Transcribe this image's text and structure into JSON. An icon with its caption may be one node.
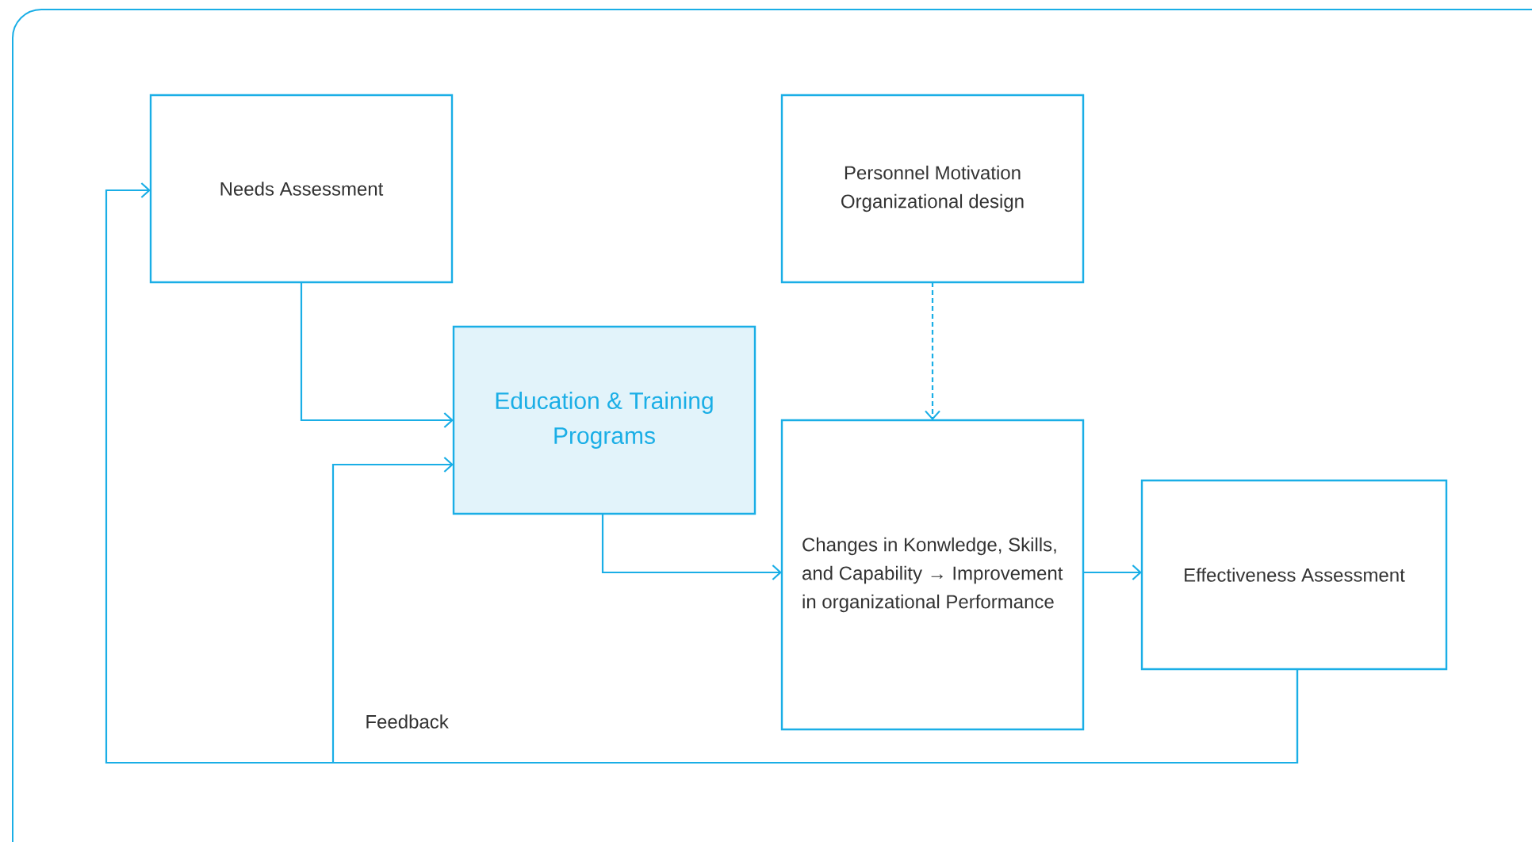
{
  "diagram": {
    "nodes": [
      {
        "text": [
          "Needs Assessment"
        ]
      },
      {
        "text": [
          "Personnel Motivation Organizational design"
        ]
      },
      {
        "text": [
          "Education & Training Programs"
        ]
      },
      {
        "text": [
          "Changes in Konwledge, Skills, and Capability → Improvement in organizational Performance"
        ]
      },
      {
        "text": [
          "Effectiveness Assessment"
        ]
      }
    ],
    "edges": [
      {
        "from": 0,
        "to": 2,
        "arrow": "to"
      },
      {
        "from": 1,
        "to": 3,
        "arrow": "to",
        "style": "dashed"
      },
      {
        "from": 2,
        "to": 3,
        "arrow": "to"
      },
      {
        "from": 3,
        "to": 4,
        "arrow": "to"
      },
      {
        "from": 4,
        "to": 0,
        "arrow": "to"
      },
      {
        "from": 4,
        "to": 2,
        "arrow": "to"
      }
    ],
    "labels": [
      "Feedback"
    ]
  }
}
